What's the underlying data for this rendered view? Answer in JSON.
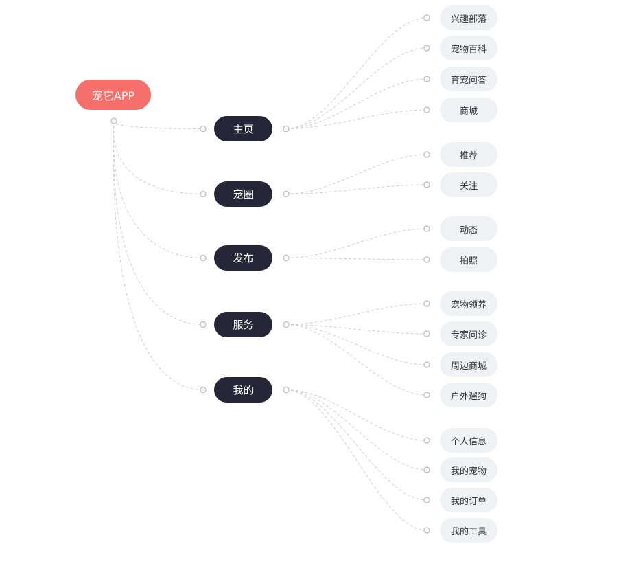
{
  "root": {
    "label": "宠它APP"
  },
  "categories": [
    {
      "label": "主页",
      "children": [
        "兴趣部落",
        "宠物百科",
        "育宠问答",
        "商城"
      ]
    },
    {
      "label": "宠圈",
      "children": [
        "推荐",
        "关注"
      ]
    },
    {
      "label": "发布",
      "children": [
        "动态",
        "拍照"
      ]
    },
    {
      "label": "服务",
      "children": [
        "宠物领养",
        "专家问诊",
        "周边商城",
        "户外遛狗"
      ]
    },
    {
      "label": "我的",
      "children": [
        "个人信息",
        "我的宠物",
        "我的订单",
        "我的工具"
      ]
    }
  ],
  "colors": {
    "root_fill": "#f5706a",
    "category_fill": "#262638",
    "leaf_fill": "#eff1f5",
    "connector": "#cfcfcf"
  }
}
